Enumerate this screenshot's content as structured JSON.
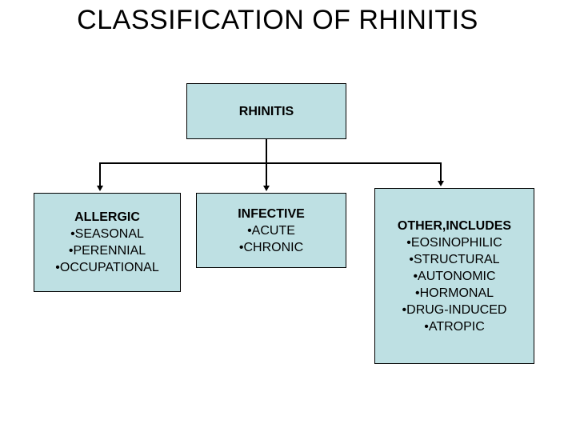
{
  "slide": {
    "title": "CLASSIFICATION OF RHINITIS"
  },
  "bullet": "•",
  "colors": {
    "background": "#ffffff",
    "box_fill": "#bee0e3",
    "box_border": "#000000",
    "line": "#000000",
    "text": "#000000"
  },
  "root": {
    "label": "RHINITIS"
  },
  "branches": [
    {
      "label": "ALLERGIC",
      "items": [
        "SEASONAL",
        "PERENNIAL",
        "OCCUPATIONAL"
      ]
    },
    {
      "label": "INFECTIVE",
      "items": [
        "ACUTE",
        "CHRONIC"
      ]
    },
    {
      "label": "OTHER,INCLUDES",
      "items": [
        "EOSINOPHILIC",
        "STRUCTURAL",
        "AUTONOMIC",
        "HORMONAL",
        "DRUG-INDUCED",
        "ATROPIC"
      ]
    }
  ]
}
